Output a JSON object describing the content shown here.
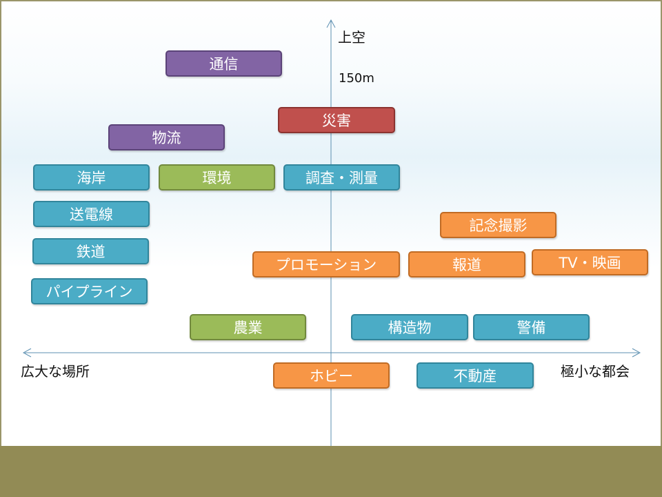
{
  "axis_labels": {
    "top": "上空",
    "altitude": "150m",
    "left": "広大な場所",
    "right": "極小な都会"
  },
  "colors": {
    "purple": "#8264a4",
    "red": "#c0504d",
    "green": "#9bbb59",
    "teal": "#4bacc6",
    "orange": "#f79646",
    "axis": "#5b8fb0",
    "ground": "#928b55"
  },
  "boxes": {
    "tsushin": "通信",
    "saigai": "災害",
    "butsuryu": "物流",
    "kaigan": "海岸",
    "kankyo": "環境",
    "chosa": "調査・測量",
    "sodensen": "送電線",
    "kinen": "記念撮影",
    "tetsudo": "鉄道",
    "promotion": "プロモーション",
    "hodo": "報道",
    "tv": "TV・映画",
    "pipeline": "パイプライン",
    "nogyo": "農業",
    "kozobutsu": "構造物",
    "keibi": "警備",
    "hobby": "ホビー",
    "fudosan": "不動産"
  }
}
